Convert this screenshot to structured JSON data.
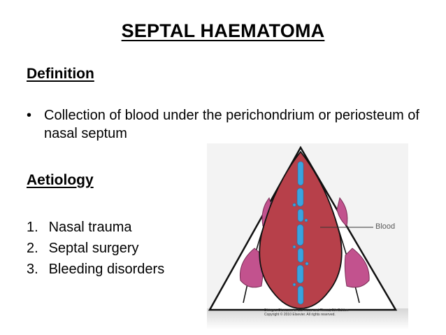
{
  "slide": {
    "title": "SEPTAL HAEMATOMA",
    "definition": {
      "heading": "Definition",
      "bullet_symbol": "•",
      "bullet_text": "Collection of blood under the perichondrium or periosteum of nasal septum"
    },
    "aetiology": {
      "heading": "Aetiology",
      "items": [
        {
          "num": "1.",
          "text": "Nasal trauma"
        },
        {
          "num": "2.",
          "text": "Septal surgery"
        },
        {
          "num": "3.",
          "text": "Bleeding disorders"
        }
      ]
    },
    "figure": {
      "label": "Blood",
      "credit_line1": "Dhingra: Diseases of Ear Nose and Throat, 5th Edition",
      "credit_line2": "Copyright © 2010 Elsevier. All rights reserved."
    }
  },
  "colors": {
    "septum_red": "#b7404a",
    "blood_blue": "#3aa3df",
    "pink": "#c2528e",
    "outline": "#111111"
  }
}
